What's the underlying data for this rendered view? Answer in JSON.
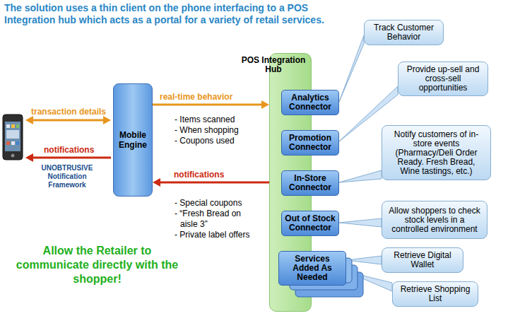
{
  "diagram": {
    "title": "The solution uses a thin client on the phone interfacing to a POS Integration hub which acts as a portal for a variety of retail services.",
    "nodes": [
      {
        "text": [
          "Mobile Engine"
        ]
      },
      {
        "text": [
          "POS Integration Hub"
        ]
      },
      {
        "text": [
          "Analytics Connector"
        ],
        "in": 1
      },
      {
        "text": [
          "Promotion Connector"
        ],
        "in": 1
      },
      {
        "text": [
          "In-Store Connector"
        ],
        "in": 1
      },
      {
        "text": [
          "Out of Stock Connector"
        ],
        "in": 1
      },
      {
        "text": [
          "Services Added As Needed"
        ],
        "in": 1
      },
      {
        "text": [
          "Track Customer Behavior"
        ]
      },
      {
        "text": [
          "Provide up-sell and cross-sell opportunities"
        ]
      },
      {
        "text": [
          "Notify customers of in-store events (Pharmacy/Deli Order Ready. Fresh Bread, Wine tastings, etc.)"
        ]
      },
      {
        "text": [
          "Allow shoppers to check stock levels in a controlled environment"
        ]
      },
      {
        "text": [
          "Retrieve Digital Wallet"
        ]
      },
      {
        "text": [
          "Retrieve Shopping List"
        ]
      }
    ],
    "edges": [
      {
        "from": 0,
        "to": 1,
        "label": "real-time behavior",
        "arrow": "to"
      },
      {
        "from": 1,
        "to": 0,
        "label": "notifications",
        "arrow": "to"
      },
      {
        "from": 7,
        "to": 2,
        "arrow": "none"
      },
      {
        "from": 8,
        "to": 3,
        "arrow": "none"
      },
      {
        "from": 9,
        "to": 4,
        "arrow": "none"
      },
      {
        "from": 10,
        "to": 5,
        "arrow": "none"
      },
      {
        "from": 11,
        "to": 6,
        "arrow": "none"
      },
      {
        "from": 12,
        "to": 6,
        "arrow": "none"
      }
    ],
    "labels": [
      "transaction details",
      "notifications",
      "UNOBTRUSIVE Notification Framework",
      "- Items scanned",
      "- When shopping",
      "- Coupons used",
      "- Special coupons",
      "- “Fresh Bread on aisle 3”",
      "- Private label offers",
      "Allow the Retailer to communicate directly with the shopper!"
    ]
  }
}
